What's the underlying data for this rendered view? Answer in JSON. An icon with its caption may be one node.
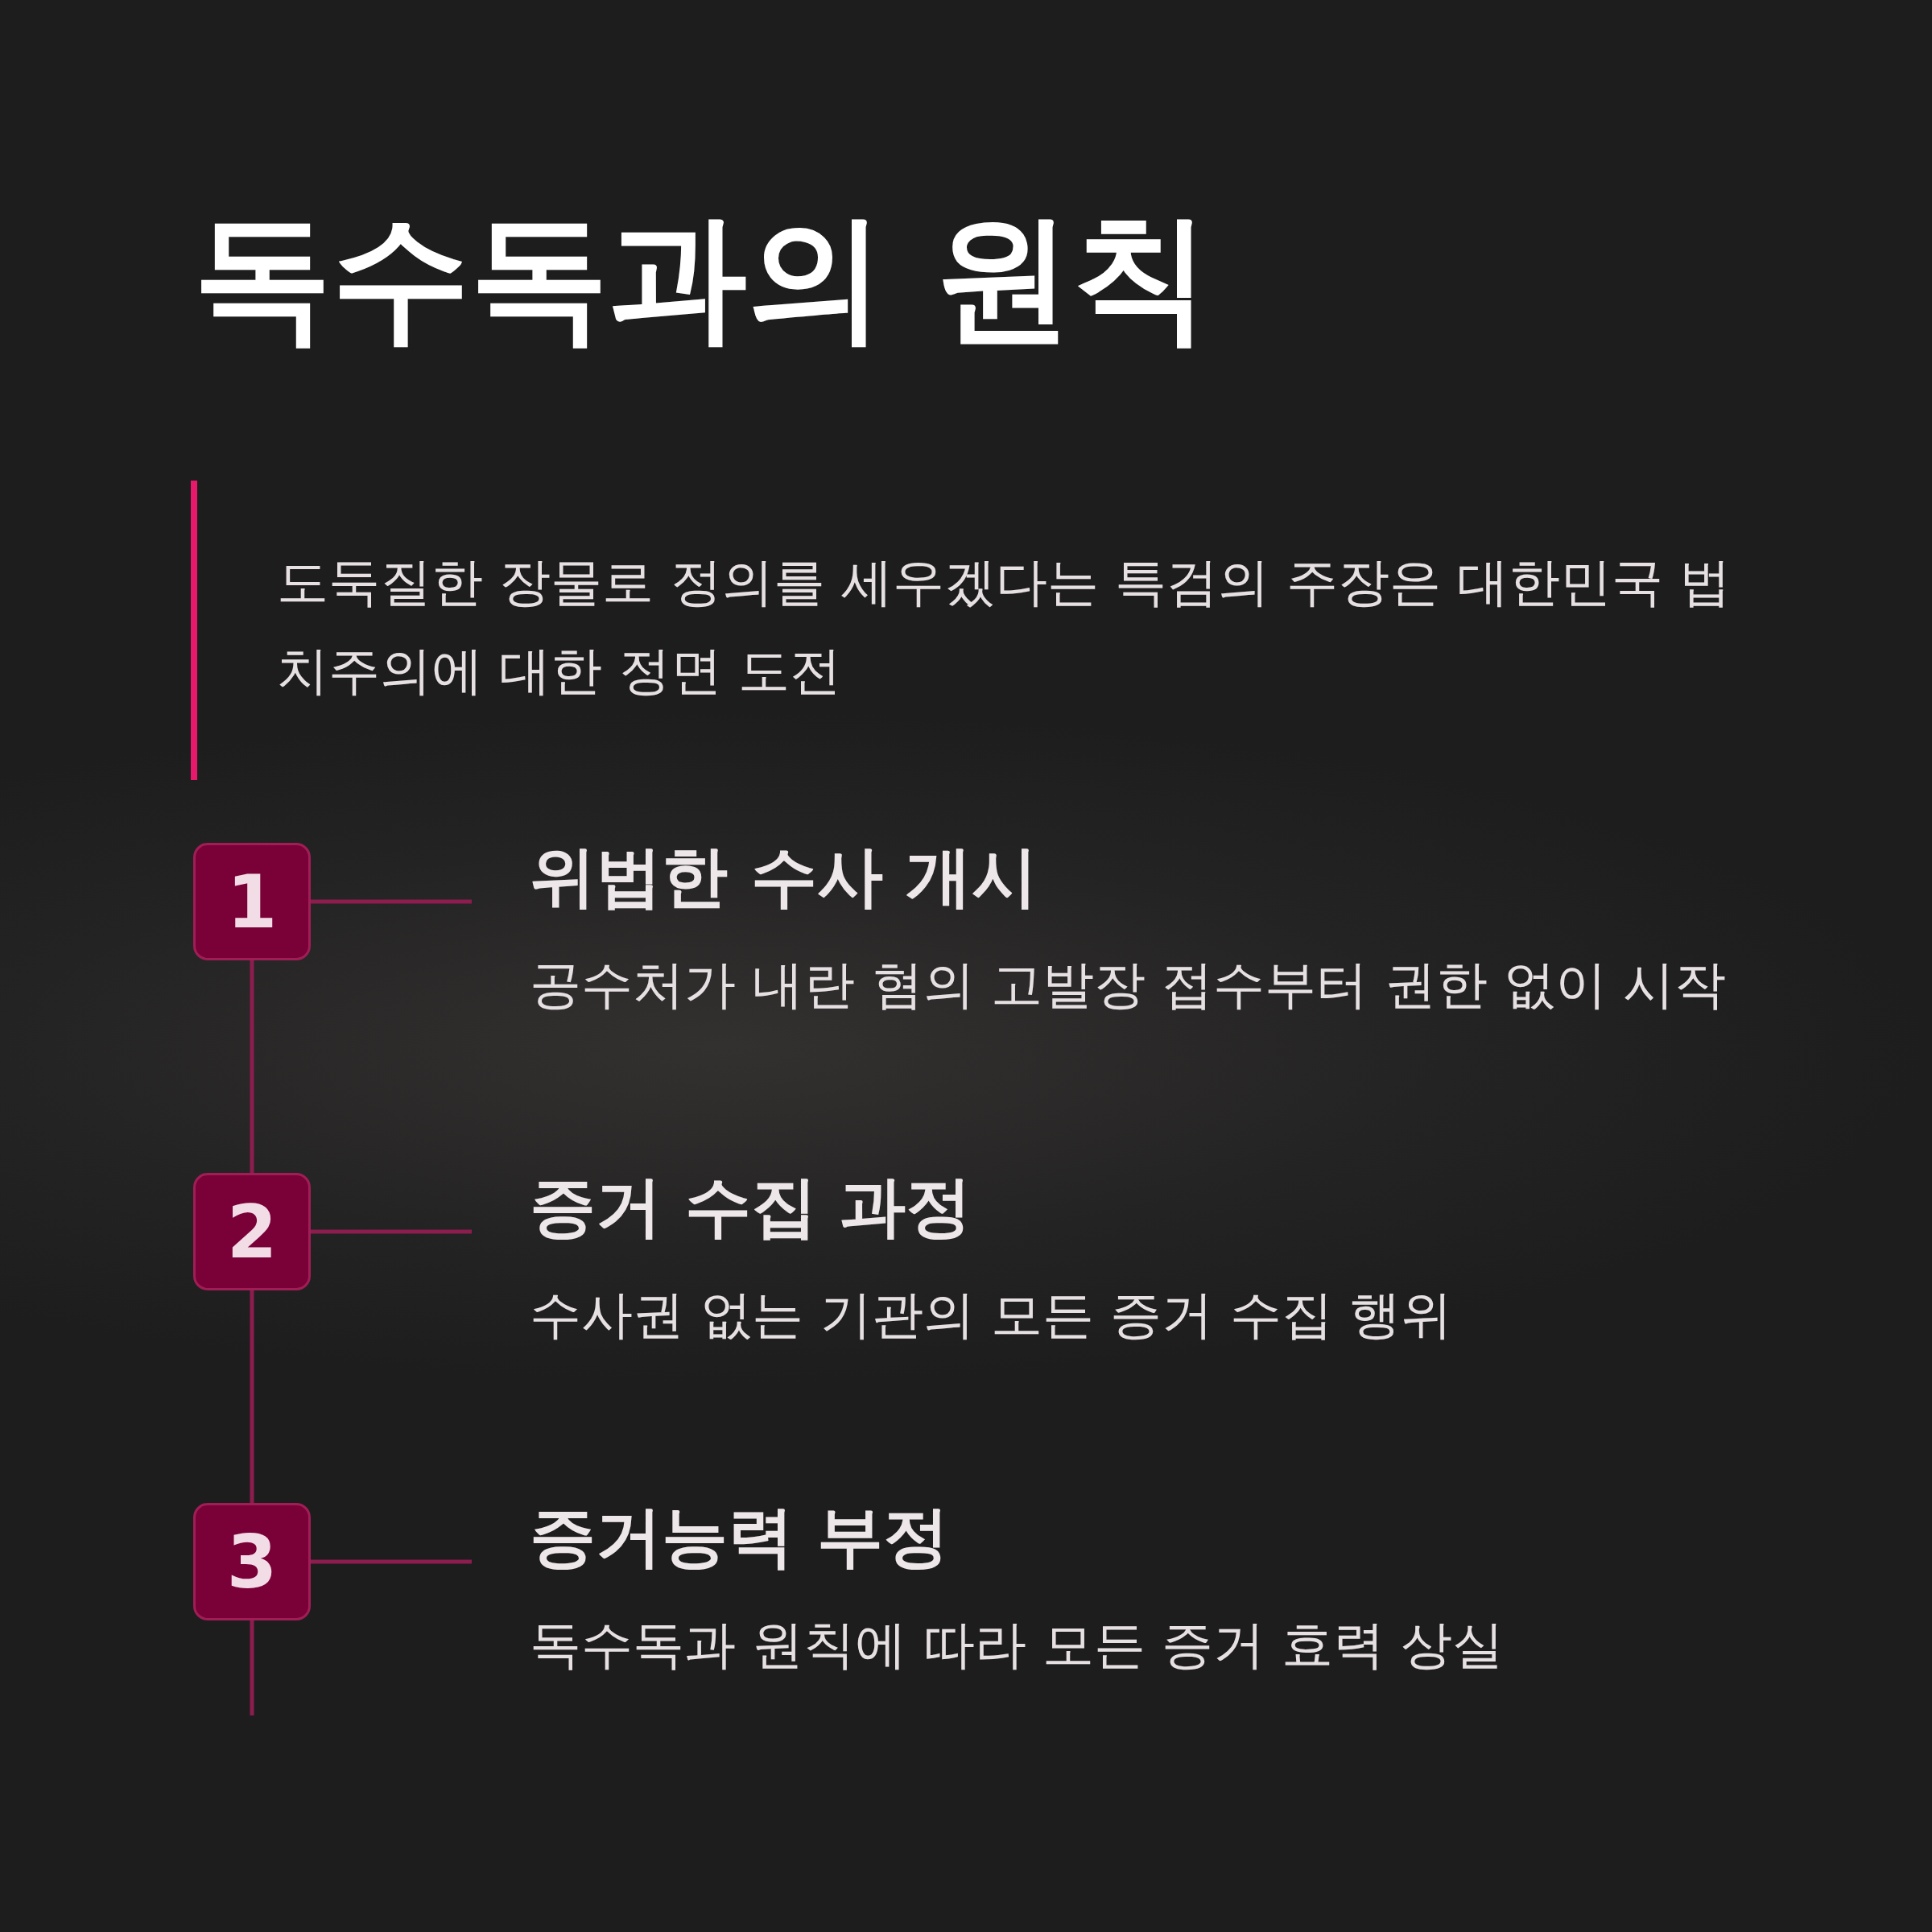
{
  "diagram": {
    "title": "독수독과의 원칙",
    "nodes": [
      {
        "text": [
          "1"
        ]
      },
      {
        "text": [
          "위법한 수사 개시",
          "공수처가 내란 혐의 고발장 접수부터 권한 없이 시작"
        ]
      },
      {
        "text": [
          "2"
        ]
      },
      {
        "text": [
          "증거 수집 과정",
          "수사권 없는 기관의 모든 증거 수집 행위"
        ]
      },
      {
        "text": [
          "3"
        ]
      },
      {
        "text": [
          "증거능력 부정",
          "독수독과 원칙에 따라 모든 증거 효력 상실"
        ]
      }
    ],
    "edges": [
      {
        "from": 0,
        "to": 1,
        "arrow": "none"
      },
      {
        "from": 2,
        "to": 3,
        "arrow": "none"
      },
      {
        "from": 4,
        "to": 5,
        "arrow": "none"
      },
      {
        "from": 0,
        "to": 2,
        "arrow": "none"
      },
      {
        "from": 2,
        "to": 4,
        "arrow": "none"
      },
      {
        "from": 4,
        "to": null,
        "arrow": "none"
      }
    ],
    "labels": [
      "도둑질한 장물로 정의를 세우겠다는 특검의 주장은 대한민국 법치주의에 대한 정면 도전"
    ]
  }
}
